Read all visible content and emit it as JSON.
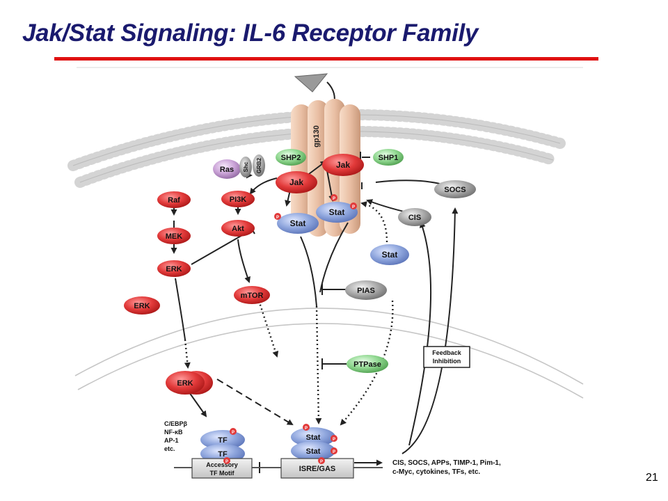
{
  "slide": {
    "title": "Jak/Stat Signaling: IL-6 Receptor Family",
    "page_number": "21"
  },
  "diagram": {
    "receptor": "gp130",
    "cytoplasm_nodes": {
      "shp2": "SHP2",
      "shp1": "SHP1",
      "jak_right": "Jak",
      "jak_left": "Jak",
      "ras": "Ras",
      "shc": "Shc",
      "grb2": "GRB2",
      "raf": "Raf",
      "pi3k": "PI3K",
      "mek": "MEK",
      "akt": "Akt",
      "erk_upper": "ERK",
      "erk_lower": "ERK",
      "mtor": "mTOR",
      "stat_left": "Stat",
      "stat_right": "Stat",
      "stat_free": "Stat",
      "socs": "SOCS",
      "cis": "CIS",
      "pias": "PIAS"
    },
    "nucleus_nodes": {
      "erk_nuclear": "ERK",
      "ptpase": "PTPase",
      "feedback_line1": "Feedback",
      "feedback_line2": "Inhibition",
      "tf_upper": "TF",
      "tf_lower": "TF",
      "stat_dimer_upper": "Stat",
      "stat_dimer_lower": "Stat",
      "tf_list": [
        "C/EBPβ",
        "NF-κB",
        "AP-1",
        "etc."
      ],
      "accessory_line1": "Accessory",
      "accessory_line2": "TF Motif",
      "isre_gas": "ISRE/GAS",
      "targets_line1": "CIS, SOCS, APPs, TIMP-1, Pim-1,",
      "targets_line2": "c-Myc, cytokines, TFs, etc."
    },
    "phospho_label": "P",
    "colors": {
      "title": "#1a1a6e",
      "title_rule": "#e01010",
      "kinase_red": "#e23a3a",
      "stat_blue": "#8fa6dd",
      "phosphatase_green": "#8ed68e",
      "inhibitor_gray": "#a8a8a8",
      "adaptor_purple": "#c9a2d6",
      "receptor_tan": "#e9bfa4"
    }
  }
}
